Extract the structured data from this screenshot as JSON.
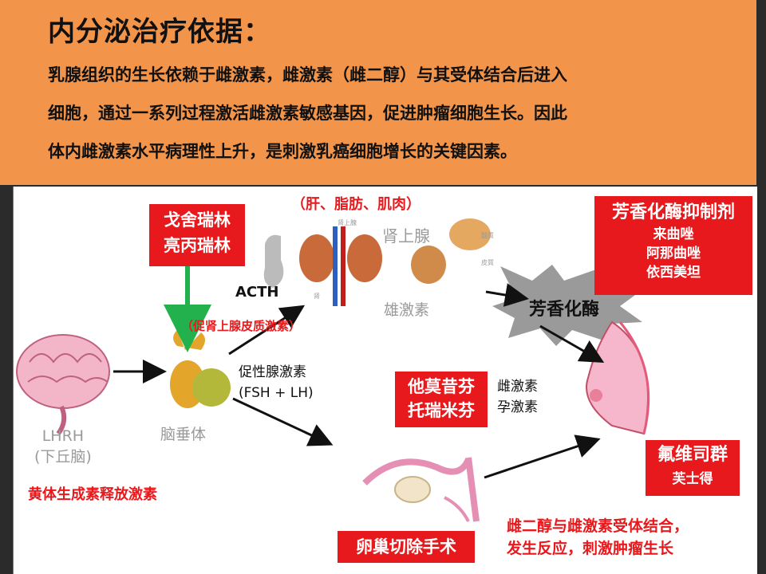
{
  "slide": {
    "title": "内分泌治疗依据：",
    "paragraph_lines": [
      "乳腺组织的生长依赖于雌激素，雌激素（雌二醇）与其受体结合后进入",
      "细胞，通过一系列过程激活雌激素敏感基因，促进肿瘤细胞生长。因此",
      "体内雌激素水平病理性上升，是刺激乳癌细胞增长的关键因素。"
    ]
  },
  "diagram": {
    "drug_box_1": [
      "戈舍瑞林",
      "亮丙瑞林"
    ],
    "tissue_note": "（肝、脂肪、肌肉）",
    "adrenal_label": "肾上腺",
    "adrenal_sublabels": [
      "肾上腺",
      "肾",
      "髓質",
      "皮質"
    ],
    "acth_label": "ACTH",
    "androgen_label": "雄激素",
    "acth_note": "（促肾上腺皮质激素）",
    "aromatase_label": "芳香化酶",
    "aromatase_inhibitor_box": {
      "title": "芳香化酶抑制剂",
      "drugs": [
        "来曲唑",
        "阿那曲唑",
        "依西美坦"
      ]
    },
    "gonadotropin_label": [
      "促性腺激素",
      "(FSH + LH)"
    ],
    "pituitary_label": "脑垂体",
    "hypothalamus_label": [
      "LHRH",
      "(下丘脑)"
    ],
    "lhrh_full_name": "黄体生成素释放激素",
    "serm_box": [
      "他莫昔芬",
      "托瑞米芬"
    ],
    "hormones_label": [
      "雌激素",
      "孕激素"
    ],
    "fulvestrant_box": [
      "氟维司群",
      "芙士得"
    ],
    "oophorectomy_box": "卵巢切除手术",
    "bottom_note": [
      "雌二醇与雌激素受体结合，",
      "发生反应，刺激肿瘤生长"
    ],
    "colors": {
      "accent_red": "#e8191c",
      "band_orange": "#f2944a",
      "arrow_green": "#22b14c"
    }
  }
}
